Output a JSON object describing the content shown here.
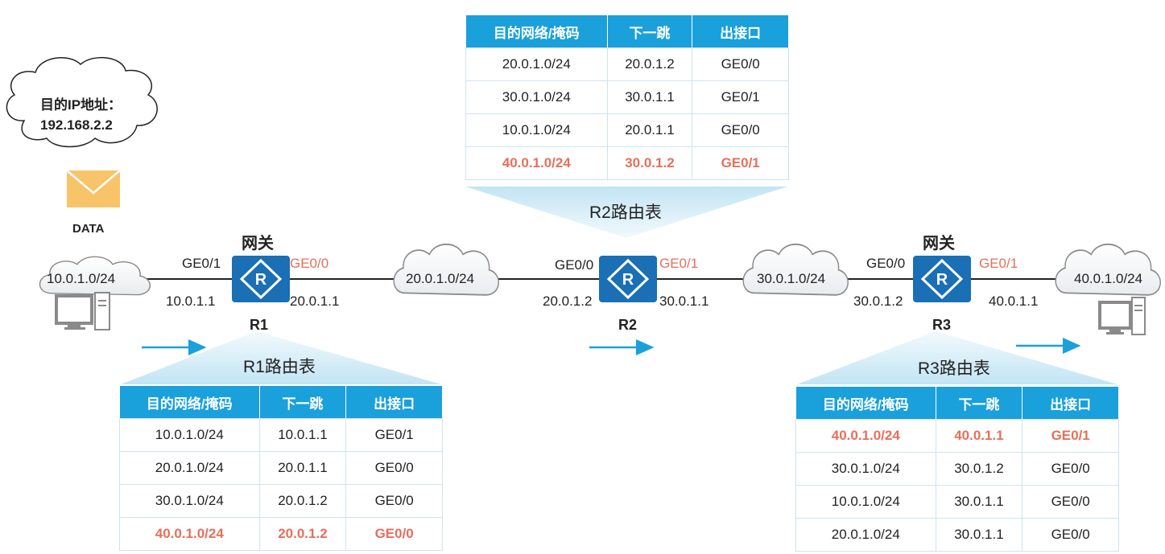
{
  "bubble": {
    "line1": "目的IP地址：",
    "line2": "192.168.2.2"
  },
  "data_label": "DATA",
  "networks": {
    "n10": "10.0.1.0/24",
    "n20": "20.0.1.0/24",
    "n30": "30.0.1.0/24",
    "n40": "40.0.1.0/24"
  },
  "routers": {
    "r1": {
      "name": "R1",
      "gateway": "网关",
      "left_if": "GE0/1",
      "left_ip": "10.0.1.1",
      "right_if": "GE0/0",
      "right_ip": "20.0.1.1"
    },
    "r2": {
      "name": "R2",
      "left_if": "GE0/0",
      "left_ip": "20.0.1.2",
      "right_if": "GE0/1",
      "right_ip": "30.0.1.1"
    },
    "r3": {
      "name": "R3",
      "gateway": "网关",
      "left_if": "GE0/0",
      "left_ip": "30.0.1.2",
      "right_if": "GE0/1",
      "right_ip": "40.0.1.1"
    }
  },
  "colors": {
    "table_header": "#1aa0db",
    "router": "#1a6fb5",
    "highlight": "#e5705b",
    "arrow": "#1aa0db",
    "envelope": "#f7c46a"
  },
  "headers": [
    "目的网络/掩码",
    "下一跳",
    "出接口"
  ],
  "tables": {
    "r1": {
      "caption": "R1路由表",
      "rows": [
        [
          "10.0.1.0/24",
          "10.0.1.1",
          "GE0/1"
        ],
        [
          "20.0.1.0/24",
          "20.0.1.1",
          "GE0/0"
        ],
        [
          "30.0.1.0/24",
          "20.0.1.2",
          "GE0/0"
        ],
        [
          "40.0.1.0/24",
          "20.0.1.2",
          "GE0/0"
        ]
      ],
      "highlight_row": 3
    },
    "r2": {
      "caption": "R2路由表",
      "rows": [
        [
          "20.0.1.0/24",
          "20.0.1.2",
          "GE0/0"
        ],
        [
          "30.0.1.0/24",
          "30.0.1.1",
          "GE0/1"
        ],
        [
          "10.0.1.0/24",
          "20.0.1.1",
          "GE0/0"
        ],
        [
          "40.0.1.0/24",
          "30.0.1.2",
          "GE0/1"
        ]
      ],
      "highlight_row": 3
    },
    "r3": {
      "caption": "R3路由表",
      "rows": [
        [
          "40.0.1.0/24",
          "40.0.1.1",
          "GE0/1"
        ],
        [
          "30.0.1.0/24",
          "30.0.1.2",
          "GE0/0"
        ],
        [
          "10.0.1.0/24",
          "30.0.1.1",
          "GE0/0"
        ],
        [
          "20.0.1.0/24",
          "30.0.1.1",
          "GE0/0"
        ]
      ],
      "highlight_row": 0
    }
  }
}
